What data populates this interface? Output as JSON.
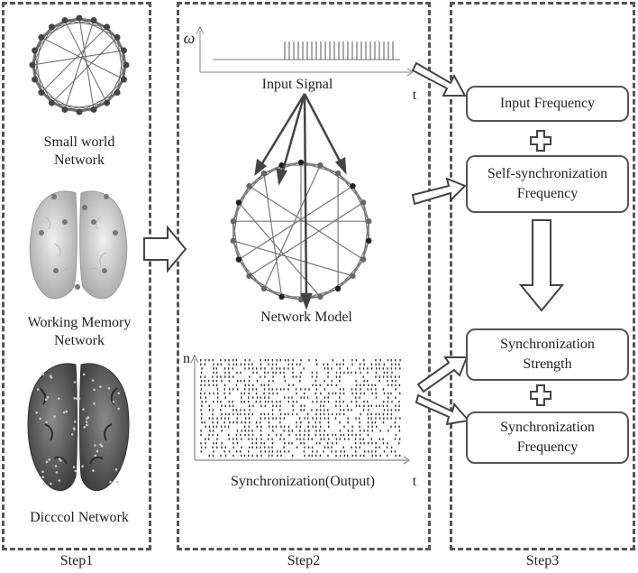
{
  "step1": {
    "label": "Step1",
    "networks": [
      {
        "line1": "Small world",
        "line2": "Network"
      },
      {
        "line1": "Working Memory",
        "line2": "Network"
      },
      {
        "line1": "Dicccol Network",
        "line2": ""
      }
    ]
  },
  "step2": {
    "label": "Step2",
    "omega_symbol": "ω",
    "input_signal": "Input Signal",
    "t_label": "t",
    "network_model": "Network Model",
    "n_label": "n",
    "output_label": "Synchronization(Output)",
    "t_label2": "t"
  },
  "step3": {
    "label": "Step3",
    "input_frequency": "Input Frequency",
    "self_sync_line1": "Self-synchronization",
    "self_sync_line2": "Frequency",
    "sync_strength_line1": "Synchronization",
    "sync_strength_line2": "Strength",
    "sync_freq_line1": "Synchronization",
    "sync_freq_line2": "Frequency"
  }
}
